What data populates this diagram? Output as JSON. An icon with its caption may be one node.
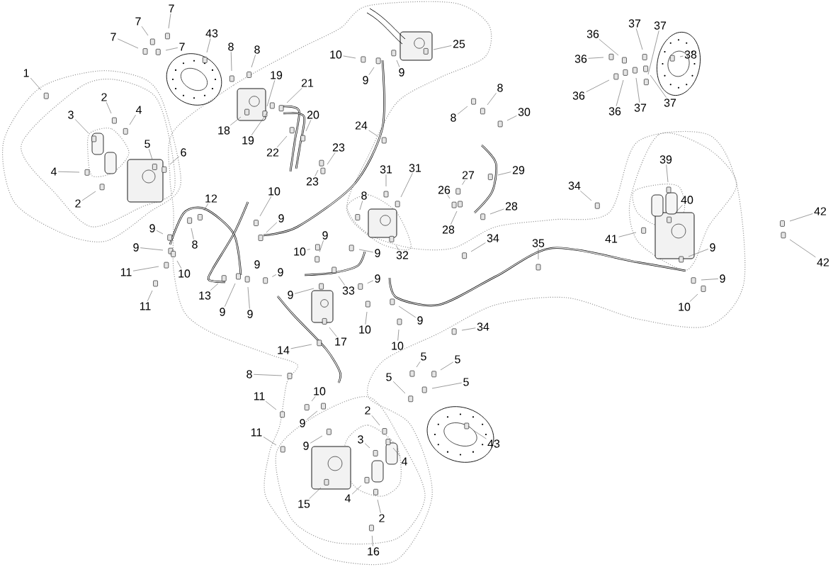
{
  "diagram": {
    "nodes": [
      {
        "text": [
          "1"
        ]
      },
      {
        "text": [
          "7"
        ]
      },
      {
        "text": [
          "7"
        ]
      },
      {
        "text": [
          "7"
        ]
      },
      {
        "text": [
          "7"
        ]
      },
      {
        "text": [
          "43"
        ]
      },
      {
        "text": [
          "8"
        ]
      },
      {
        "text": [
          "8"
        ]
      },
      {
        "text": [
          "19"
        ]
      },
      {
        "text": [
          "21"
        ]
      },
      {
        "text": [
          "18"
        ]
      },
      {
        "text": [
          "19"
        ]
      },
      {
        "text": [
          "20"
        ]
      },
      {
        "text": [
          "22"
        ]
      },
      {
        "text": [
          "23"
        ]
      },
      {
        "text": [
          "23"
        ]
      },
      {
        "text": [
          "2"
        ]
      },
      {
        "text": [
          "3"
        ]
      },
      {
        "text": [
          "4"
        ]
      },
      {
        "text": [
          "5"
        ]
      },
      {
        "text": [
          "6"
        ]
      },
      {
        "text": [
          "4"
        ]
      },
      {
        "text": [
          "2"
        ]
      },
      {
        "text": [
          "10"
        ]
      },
      {
        "text": [
          "9"
        ]
      },
      {
        "text": [
          "9"
        ]
      },
      {
        "text": [
          "25"
        ]
      },
      {
        "text": [
          "24"
        ]
      },
      {
        "text": [
          "12"
        ]
      },
      {
        "text": [
          "10"
        ]
      },
      {
        "text": [
          "9"
        ]
      },
      {
        "text": [
          "9"
        ]
      },
      {
        "text": [
          "8"
        ]
      },
      {
        "text": [
          "9"
        ]
      },
      {
        "text": [
          "10"
        ]
      },
      {
        "text": [
          "11"
        ]
      },
      {
        "text": [
          "11"
        ]
      },
      {
        "text": [
          "13"
        ]
      },
      {
        "text": [
          "9"
        ]
      },
      {
        "text": [
          "9"
        ]
      },
      {
        "text": [
          "9"
        ]
      },
      {
        "text": [
          "10"
        ]
      },
      {
        "text": [
          "9"
        ]
      },
      {
        "text": [
          "9"
        ]
      },
      {
        "text": [
          "9"
        ]
      },
      {
        "text": [
          "33"
        ]
      },
      {
        "text": [
          "9"
        ]
      },
      {
        "text": [
          "10"
        ]
      },
      {
        "text": [
          "17"
        ]
      },
      {
        "text": [
          "9"
        ]
      },
      {
        "text": [
          "10"
        ]
      },
      {
        "text": [
          "14"
        ]
      },
      {
        "text": [
          "8"
        ]
      },
      {
        "text": [
          "31"
        ]
      },
      {
        "text": [
          "31"
        ]
      },
      {
        "text": [
          "32"
        ]
      },
      {
        "text": [
          "8"
        ]
      },
      {
        "text": [
          "8"
        ]
      },
      {
        "text": [
          "30"
        ]
      },
      {
        "text": [
          "29"
        ]
      },
      {
        "text": [
          "26"
        ]
      },
      {
        "text": [
          "27"
        ]
      },
      {
        "text": [
          "28"
        ]
      },
      {
        "text": [
          "28"
        ]
      },
      {
        "text": [
          "34"
        ]
      },
      {
        "text": [
          "34"
        ]
      },
      {
        "text": [
          "35"
        ]
      },
      {
        "text": [
          "39"
        ]
      },
      {
        "text": [
          "40"
        ]
      },
      {
        "text": [
          "41"
        ]
      },
      {
        "text": [
          "9"
        ]
      },
      {
        "text": [
          "9"
        ]
      },
      {
        "text": [
          "10"
        ]
      },
      {
        "text": [
          "42"
        ]
      },
      {
        "text": [
          "42"
        ]
      },
      {
        "text": [
          "34"
        ]
      },
      {
        "text": [
          "36"
        ]
      },
      {
        "text": [
          "37"
        ]
      },
      {
        "text": [
          "37"
        ]
      },
      {
        "text": [
          "36"
        ]
      },
      {
        "text": [
          "38"
        ]
      },
      {
        "text": [
          "36"
        ]
      },
      {
        "text": [
          "36"
        ]
      },
      {
        "text": [
          "37"
        ]
      },
      {
        "text": [
          "37"
        ]
      },
      {
        "text": [
          "5"
        ]
      },
      {
        "text": [
          "5"
        ]
      },
      {
        "text": [
          "5"
        ]
      },
      {
        "text": [
          "5"
        ]
      },
      {
        "text": [
          "43"
        ]
      },
      {
        "text": [
          "8"
        ]
      },
      {
        "text": [
          "11"
        ]
      },
      {
        "text": [
          "11"
        ]
      },
      {
        "text": [
          "10"
        ]
      },
      {
        "text": [
          "9"
        ]
      },
      {
        "text": [
          "9"
        ]
      },
      {
        "text": [
          "2"
        ]
      },
      {
        "text": [
          "3"
        ]
      },
      {
        "text": [
          "4"
        ]
      },
      {
        "text": [
          "4"
        ]
      },
      {
        "text": [
          "15"
        ]
      },
      {
        "text": [
          "2"
        ]
      },
      {
        "text": [
          "16"
        ]
      },
      {
        "text": [
          "9"
        ]
      }
    ],
    "edges": [
      {
        "from": 0,
        "to": null,
        "arrow": "none"
      },
      {
        "from": 1,
        "to": null,
        "arrow": "none"
      },
      {
        "from": 2,
        "to": null,
        "arrow": "none"
      },
      {
        "from": 3,
        "to": null,
        "arrow": "none"
      },
      {
        "from": 4,
        "to": null,
        "arrow": "none"
      },
      {
        "from": 5,
        "to": null,
        "arrow": "none"
      },
      {
        "from": 6,
        "to": null,
        "arrow": "none"
      },
      {
        "from": 7,
        "to": null,
        "arrow": "none"
      },
      {
        "from": 8,
        "to": null,
        "arrow": "none"
      },
      {
        "from": 9,
        "to": null,
        "arrow": "none"
      },
      {
        "from": 10,
        "to": null,
        "arrow": "none"
      },
      {
        "from": 11,
        "to": null,
        "arrow": "none"
      },
      {
        "from": 12,
        "to": null,
        "arrow": "none"
      },
      {
        "from": 13,
        "to": null,
        "arrow": "none"
      },
      {
        "from": 14,
        "to": null,
        "arrow": "none"
      },
      {
        "from": 15,
        "to": null,
        "arrow": "none"
      },
      {
        "from": 16,
        "to": null,
        "arrow": "none"
      },
      {
        "from": 17,
        "to": null,
        "arrow": "none"
      },
      {
        "from": 18,
        "to": null,
        "arrow": "none"
      },
      {
        "from": 19,
        "to": null,
        "arrow": "none"
      },
      {
        "from": 20,
        "to": null,
        "arrow": "none"
      },
      {
        "from": 21,
        "to": null,
        "arrow": "none"
      },
      {
        "from": 22,
        "to": null,
        "arrow": "none"
      },
      {
        "from": 23,
        "to": null,
        "arrow": "none"
      },
      {
        "from": 24,
        "to": null,
        "arrow": "none"
      },
      {
        "from": 25,
        "to": null,
        "arrow": "none"
      },
      {
        "from": 26,
        "to": null,
        "arrow": "none"
      },
      {
        "from": 27,
        "to": null,
        "arrow": "none"
      },
      {
        "from": 28,
        "to": null,
        "arrow": "none"
      },
      {
        "from": 29,
        "to": null,
        "arrow": "none"
      },
      {
        "from": 30,
        "to": null,
        "arrow": "none"
      },
      {
        "from": 31,
        "to": null,
        "arrow": "none"
      },
      {
        "from": 32,
        "to": null,
        "arrow": "none"
      },
      {
        "from": 33,
        "to": null,
        "arrow": "none"
      },
      {
        "from": 34,
        "to": null,
        "arrow": "none"
      },
      {
        "from": 35,
        "to": null,
        "arrow": "none"
      },
      {
        "from": 36,
        "to": null,
        "arrow": "none"
      },
      {
        "from": 37,
        "to": null,
        "arrow": "none"
      },
      {
        "from": 38,
        "to": null,
        "arrow": "none"
      },
      {
        "from": 39,
        "to": null,
        "arrow": "none"
      },
      {
        "from": 40,
        "to": null,
        "arrow": "none"
      },
      {
        "from": 41,
        "to": null,
        "arrow": "none"
      },
      {
        "from": 42,
        "to": null,
        "arrow": "none"
      },
      {
        "from": 43,
        "to": null,
        "arrow": "none"
      },
      {
        "from": 44,
        "to": null,
        "arrow": "none"
      },
      {
        "from": 45,
        "to": null,
        "arrow": "none"
      },
      {
        "from": 46,
        "to": null,
        "arrow": "none"
      },
      {
        "from": 47,
        "to": null,
        "arrow": "none"
      },
      {
        "from": 48,
        "to": null,
        "arrow": "none"
      },
      {
        "from": 49,
        "to": null,
        "arrow": "none"
      },
      {
        "from": 50,
        "to": null,
        "arrow": "none"
      },
      {
        "from": 51,
        "to": null,
        "arrow": "none"
      },
      {
        "from": 52,
        "to": null,
        "arrow": "none"
      },
      {
        "from": 53,
        "to": null,
        "arrow": "none"
      },
      {
        "from": 54,
        "to": null,
        "arrow": "none"
      },
      {
        "from": 55,
        "to": null,
        "arrow": "none"
      },
      {
        "from": 56,
        "to": null,
        "arrow": "none"
      },
      {
        "from": 57,
        "to": null,
        "arrow": "none"
      },
      {
        "from": 58,
        "to": null,
        "arrow": "none"
      },
      {
        "from": 59,
        "to": null,
        "arrow": "none"
      },
      {
        "from": 60,
        "to": null,
        "arrow": "none"
      },
      {
        "from": 61,
        "to": null,
        "arrow": "none"
      },
      {
        "from": 62,
        "to": null,
        "arrow": "none"
      },
      {
        "from": 63,
        "to": null,
        "arrow": "none"
      },
      {
        "from": 64,
        "to": null,
        "arrow": "none"
      },
      {
        "from": 65,
        "to": null,
        "arrow": "none"
      },
      {
        "from": 66,
        "to": null,
        "arrow": "none"
      },
      {
        "from": 67,
        "to": null,
        "arrow": "none"
      },
      {
        "from": 68,
        "to": null,
        "arrow": "none"
      },
      {
        "from": 69,
        "to": null,
        "arrow": "none"
      },
      {
        "from": 70,
        "to": null,
        "arrow": "none"
      },
      {
        "from": 71,
        "to": null,
        "arrow": "none"
      },
      {
        "from": 72,
        "to": null,
        "arrow": "none"
      },
      {
        "from": 73,
        "to": null,
        "arrow": "none"
      },
      {
        "from": 74,
        "to": null,
        "arrow": "none"
      },
      {
        "from": 75,
        "to": null,
        "arrow": "none"
      },
      {
        "from": 76,
        "to": null,
        "arrow": "none"
      },
      {
        "from": 77,
        "to": null,
        "arrow": "none"
      },
      {
        "from": 78,
        "to": null,
        "arrow": "none"
      },
      {
        "from": 79,
        "to": null,
        "arrow": "none"
      },
      {
        "from": 80,
        "to": null,
        "arrow": "none"
      },
      {
        "from": 81,
        "to": null,
        "arrow": "none"
      },
      {
        "from": 82,
        "to": null,
        "arrow": "none"
      },
      {
        "from": 83,
        "to": null,
        "arrow": "none"
      },
      {
        "from": 84,
        "to": null,
        "arrow": "none"
      },
      {
        "from": 85,
        "to": null,
        "arrow": "none"
      },
      {
        "from": 86,
        "to": null,
        "arrow": "none"
      },
      {
        "from": 87,
        "to": null,
        "arrow": "none"
      },
      {
        "from": 88,
        "to": null,
        "arrow": "none"
      },
      {
        "from": 89,
        "to": null,
        "arrow": "none"
      },
      {
        "from": 90,
        "to": null,
        "arrow": "none"
      },
      {
        "from": 91,
        "to": null,
        "arrow": "none"
      },
      {
        "from": 92,
        "to": null,
        "arrow": "none"
      },
      {
        "from": 93,
        "to": null,
        "arrow": "none"
      },
      {
        "from": 94,
        "to": null,
        "arrow": "none"
      },
      {
        "from": 95,
        "to": null,
        "arrow": "none"
      },
      {
        "from": 96,
        "to": null,
        "arrow": "none"
      },
      {
        "from": 97,
        "to": null,
        "arrow": "none"
      },
      {
        "from": 98,
        "to": null,
        "arrow": "none"
      },
      {
        "from": 99,
        "to": null,
        "arrow": "none"
      },
      {
        "from": 100,
        "to": null,
        "arrow": "none"
      },
      {
        "from": 101,
        "to": null,
        "arrow": "none"
      },
      {
        "from": 102,
        "to": null,
        "arrow": "none"
      }
    ]
  }
}
